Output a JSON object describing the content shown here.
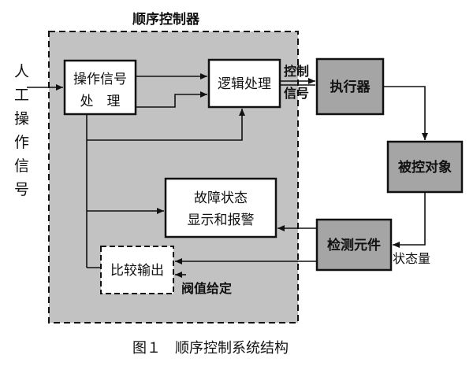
{
  "diagram": {
    "title": "顺序控制器",
    "input_label_chars": [
      "人",
      "工",
      "操",
      "作",
      "信",
      "号"
    ],
    "nodes": {
      "operation_signal": {
        "line1": "操作信号",
        "line2": "处　理"
      },
      "logic": {
        "label": "逻辑处理"
      },
      "executor": {
        "label": "执行器"
      },
      "controlled_object": {
        "label": "被控对象"
      },
      "fault_display": {
        "line1": "故障状态",
        "line2": "显示和报警"
      },
      "detector": {
        "label": "检测元件"
      },
      "compare_output": {
        "label": "比较输出"
      }
    },
    "edge_labels": {
      "control_signal_line1": "控制",
      "control_signal_line2": "信号",
      "state_quantity": "状态量",
      "threshold": "阀值给定"
    },
    "caption": "图１　顺序控制系统结构"
  },
  "colors": {
    "shaded": "#c2c2c2",
    "dark_box": "#a5a5a5",
    "line": "#111111"
  }
}
